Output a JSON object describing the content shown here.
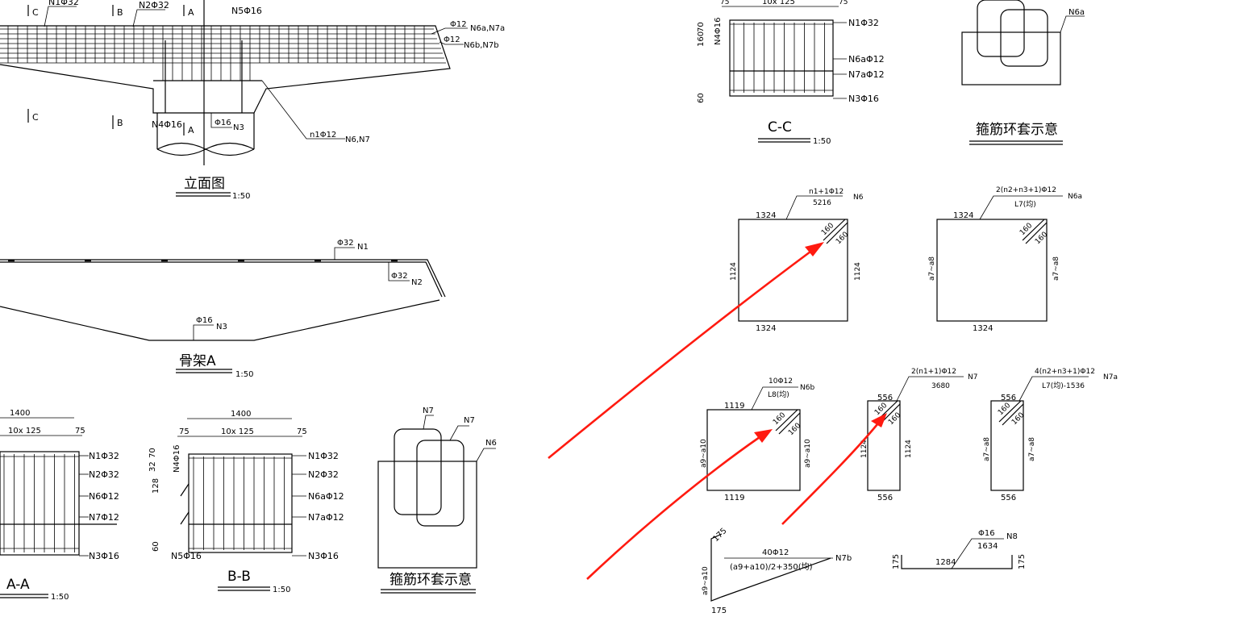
{
  "elevation": {
    "title": "立面图",
    "scale": "1:50",
    "labels": {
      "c_top": "C",
      "b_top": "B",
      "a_top": "A",
      "c_bot": "C",
      "b_bot": "B",
      "a_bot": "A",
      "n1": "N1Φ32",
      "n2": "N2Φ32",
      "n5": "N5Φ16",
      "n6a": "Φ12",
      "n6a_r": "N6a,N7a",
      "n6b": "Φ12",
      "n6b_r": "N6b,N7b",
      "n4": "N4Φ16",
      "n3": "Φ16",
      "n3_r": "N3",
      "n1n": "n1Φ12",
      "n1n_r": "N6,N7"
    }
  },
  "frameA": {
    "title": "骨架A",
    "scale": "1:50",
    "n1": "Φ32",
    "n1_r": "N1",
    "n2": "Φ32",
    "n2_r": "N2",
    "n3": "Φ16",
    "n3_r": "N3"
  },
  "secAA": {
    "title": "A-A",
    "scale": "1:50",
    "dim_total": "1400",
    "dim_spacing": "10x 125",
    "dim_end": "75",
    "labels": [
      "N1Φ32",
      "N2Φ32",
      "N6Φ12",
      "N7Φ12",
      "N3Φ16"
    ]
  },
  "secBB": {
    "title": "B-B",
    "scale": "1:50",
    "dim_total": "1400",
    "dim_spacing": "10x 125",
    "dim_left": "75",
    "dim_right": "75",
    "v1": "32",
    "v2": "70",
    "v3": "128",
    "v4": "60",
    "n4": "N4Φ16",
    "n5": "N5Φ16",
    "labels": [
      "N1Φ32",
      "N2Φ32",
      "N6aΦ12",
      "N7aΦ12",
      "N3Φ16"
    ]
  },
  "stirrupLeft": {
    "title": "箍筋环套示意",
    "n7a": "N7",
    "n7b": "N7",
    "n6": "N6"
  },
  "secCC": {
    "title": "C-C",
    "scale": "1:50",
    "dim_top": "10x 125",
    "dim_l": "75",
    "dim_r": "75",
    "v1": "160",
    "v2": "70",
    "v3": "60",
    "n4": "N4Φ16",
    "labels": [
      "N1Φ32",
      "N6aΦ12",
      "N7aΦ12",
      "N3Φ16"
    ]
  },
  "stirrupRight": {
    "title": "箍筋环套示意",
    "n6a": "N6a"
  },
  "shapeN6": {
    "top": "1324",
    "bottom": "1324",
    "left": "1124",
    "right": "1124",
    "c1": "160",
    "c2": "160",
    "ann1": "n1+1Φ12",
    "ann2": "5216",
    "tag": "N6"
  },
  "shapeN6a": {
    "top": "1324",
    "bottom": "1324",
    "left": "a7~a8",
    "right": "a7~a8",
    "c1": "160",
    "c2": "160",
    "ann1": "2(n2+n3+1)Φ12",
    "ann2": "L7(均)",
    "tag": "N6a"
  },
  "shapeN6b": {
    "top": "1119",
    "bottom": "1119",
    "left": "a9~a10",
    "right": "a9~a10",
    "c1": "160",
    "c2": "160",
    "ann1": "10Φ12",
    "ann2": "L8(均)",
    "tag": "N6b"
  },
  "shapeN7": {
    "top": "556",
    "bottom": "556",
    "left": "1124",
    "right": "1124",
    "c1": "160",
    "c2": "160",
    "ann1": "2(n1+1)Φ12",
    "ann2": "3680",
    "tag": "N7"
  },
  "shapeN7a": {
    "top": "556",
    "bottom": "556",
    "left": "a7~a8",
    "right": "a7~a8",
    "c1": "160",
    "c2": "160",
    "ann1": "4(n2+n3+1)Φ12",
    "ann2": "L7(均)-1536",
    "tag": "N7a"
  },
  "shapeN7b": {
    "v1": "175",
    "v2": "a9~a10",
    "v3": "175",
    "ann1": "40Φ12",
    "ann2": "(a9+a10)/2+350(均)",
    "tag": "N7b"
  },
  "shapeN8": {
    "left": "175",
    "right": "175",
    "len": "1284",
    "ann1": "Φ16",
    "ann2": "1634",
    "tag": "N8"
  },
  "colors": {
    "line": "#000000",
    "arrow": "#ff1a10",
    "background": "#ffffff"
  }
}
